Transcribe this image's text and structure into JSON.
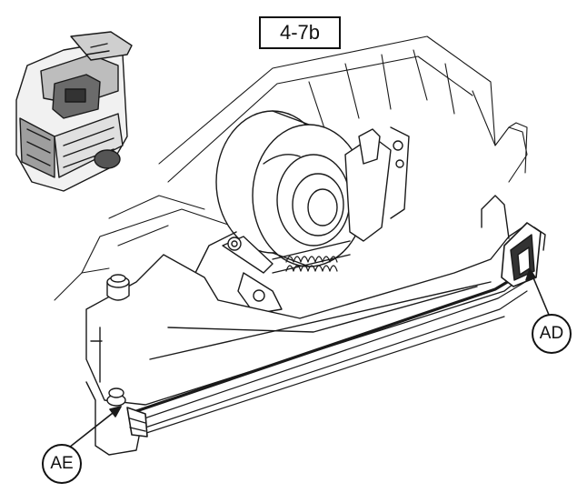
{
  "figure": {
    "label": "4-7b"
  },
  "callouts": [
    {
      "id": "ad",
      "label": "AD"
    },
    {
      "id": "ae",
      "label": "AE"
    }
  ],
  "colors": {
    "line": "#1a1a1a",
    "fill": "#ffffff",
    "shade": "#d9d9d9",
    "dark": "#555555"
  }
}
